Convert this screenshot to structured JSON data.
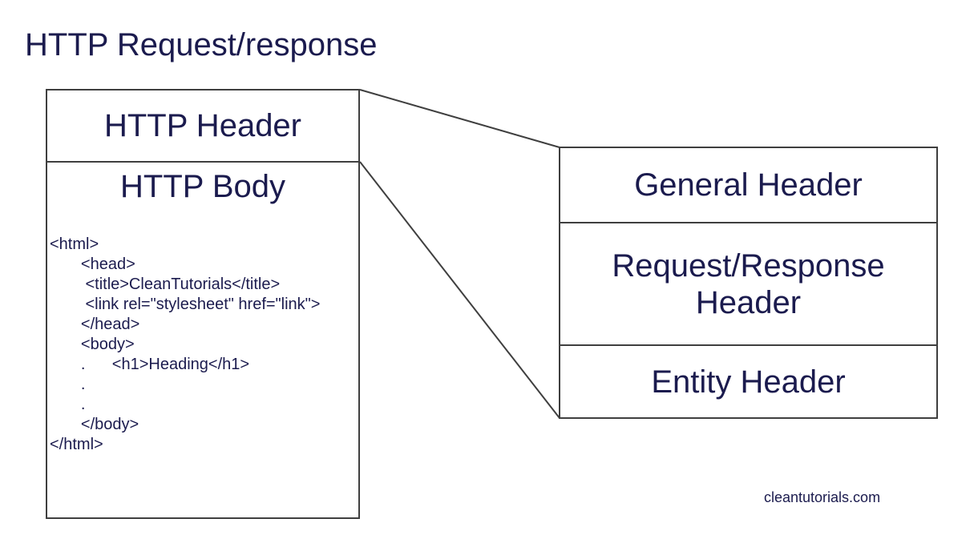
{
  "title": "HTTP Request/response",
  "colors": {
    "text_navy": "#1b1b4e",
    "border_gray": "#3f3f3f",
    "background": "#ffffff"
  },
  "left_box": {
    "header_label": "HTTP Header",
    "body_label": "HTTP Body",
    "code": "<html>\n       <head>\n        <title>CleanTutorials</title>\n        <link rel=\"stylesheet\" href=\"link\">\n       </head>\n       <body>\n       .      <h1>Heading</h1>\n       .\n       .\n       </body>\n</html>"
  },
  "right_box": {
    "sections": [
      {
        "label": "General Header"
      },
      {
        "label": "Request/Response Header"
      },
      {
        "label": "Entity Header"
      }
    ]
  },
  "watermark": "cleantutorials.com"
}
